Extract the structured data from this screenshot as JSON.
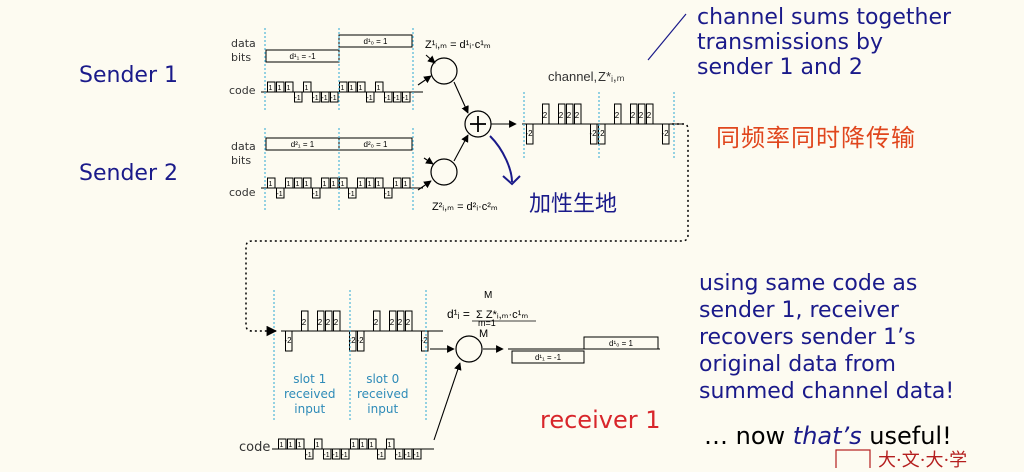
{
  "labels": {
    "sender1": "Sender 1",
    "sender2": "Sender 2",
    "data_bits": [
      "data",
      "bits"
    ],
    "code": "code",
    "channel": "channel,",
    "receiver": "receiver 1"
  },
  "notes": {
    "top": [
      "channel sums together",
      "transmissions by",
      "sender 1 and 2"
    ],
    "right": [
      "using same code as",
      "sender 1, receiver",
      "recovers sender 1’s",
      "original data from",
      "summed channel data!"
    ],
    "useful_prefix": "… now ",
    "useful_em": "that’s",
    "useful_suffix": " useful!"
  },
  "handwritten": {
    "orange": "同频率同时降传输",
    "blue": "加性生地",
    "logo": "大·文·大·学"
  },
  "data_bits": {
    "s1_slot1": "d¹₁ = -1",
    "s1_slot0": "d¹₀ = 1",
    "s2_slot1": "d²₁ = 1",
    "s2_slot0": "d²₀ = 1",
    "r_slot1": "d¹₁ = -1",
    "r_slot0": "d¹₀ = 1"
  },
  "formulas": {
    "z1": "Z¹ᵢ,ₘ = d¹ᵢ·c¹ₘ",
    "z2": "Z²ᵢ,ₘ = d²ᵢ·c²ₘ",
    "zstar": "Z*ᵢ,ₘ",
    "decode_lhs": "d¹ᵢ =",
    "decode_num": "Σ Z*ᵢ,ₘ·c¹ₘ",
    "decode_sum_top": "M",
    "decode_sum_bottom": "m=1",
    "decode_den": "M"
  },
  "slots": {
    "slot1": [
      "slot 1",
      "received",
      "input"
    ],
    "slot0": [
      "slot 0",
      "received",
      "input"
    ]
  },
  "codes": {
    "code1": [
      1,
      1,
      1,
      -1,
      1,
      -1,
      -1,
      -1
    ],
    "code2": [
      1,
      -1,
      1,
      1,
      1,
      -1,
      1,
      1
    ]
  },
  "channel_values": [
    -2,
    0,
    2,
    0,
    2,
    2,
    2,
    0,
    -2
  ],
  "channel_labels": {
    "pos": "2",
    "neg": "-2",
    "one": "1",
    "neg_one": "-1"
  },
  "colors": {
    "navy": "#1a1a8a",
    "red": "#d8262b",
    "orange": "#e0461d",
    "slot_blue": "#2e8bb8",
    "dotted_blue": "#4fb6d8",
    "background": "#fdfbf1"
  }
}
